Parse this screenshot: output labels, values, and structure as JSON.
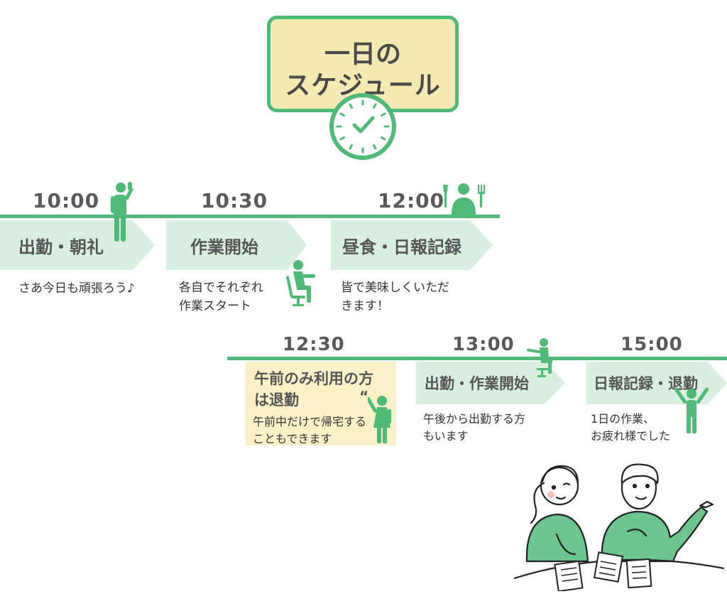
{
  "title": {
    "line1": "一日の",
    "line2": "スケジュール"
  },
  "colors": {
    "accent": "#4fb978",
    "pennant": "#d9efe0",
    "card": "#f6eab4",
    "highlight": "#fbf1c7"
  },
  "icons": {
    "clock": "clock-icon",
    "greeting": "person-greeting-icon",
    "working": "person-working-icon",
    "lunch": "person-lunch-icon",
    "leaving": "person-waving-icon",
    "arriving": "person-sitting-icon",
    "cheering": "person-cheering-icon"
  },
  "schedule": {
    "row1": [
      {
        "time": "10:00",
        "label": "出勤・朝礼",
        "desc": [
          "さあ今日も頑張ろう♪"
        ]
      },
      {
        "time": "10:30",
        "label": "作業開始",
        "desc": [
          "各自でそれぞれ",
          "作業スタート"
        ]
      },
      {
        "time": "12:00",
        "label": "昼食・日報記録",
        "desc": [
          "皆で美味しくいただ",
          "きます！"
        ]
      }
    ],
    "row2": [
      {
        "time": "12:30",
        "label": [
          "午前のみ利用の方",
          "は退勤"
        ],
        "desc": [
          "午前中だけで帰宅する",
          "こともできます"
        ],
        "quote": "“"
      },
      {
        "time": "13:00",
        "label": "出勤・作業開始",
        "desc": [
          "午後から出勤する方",
          "もいます"
        ]
      },
      {
        "time": "15:00",
        "label": "日報記録・退勤",
        "desc": [
          "1日の作業、",
          "お疲れ様でした"
        ]
      }
    ]
  }
}
